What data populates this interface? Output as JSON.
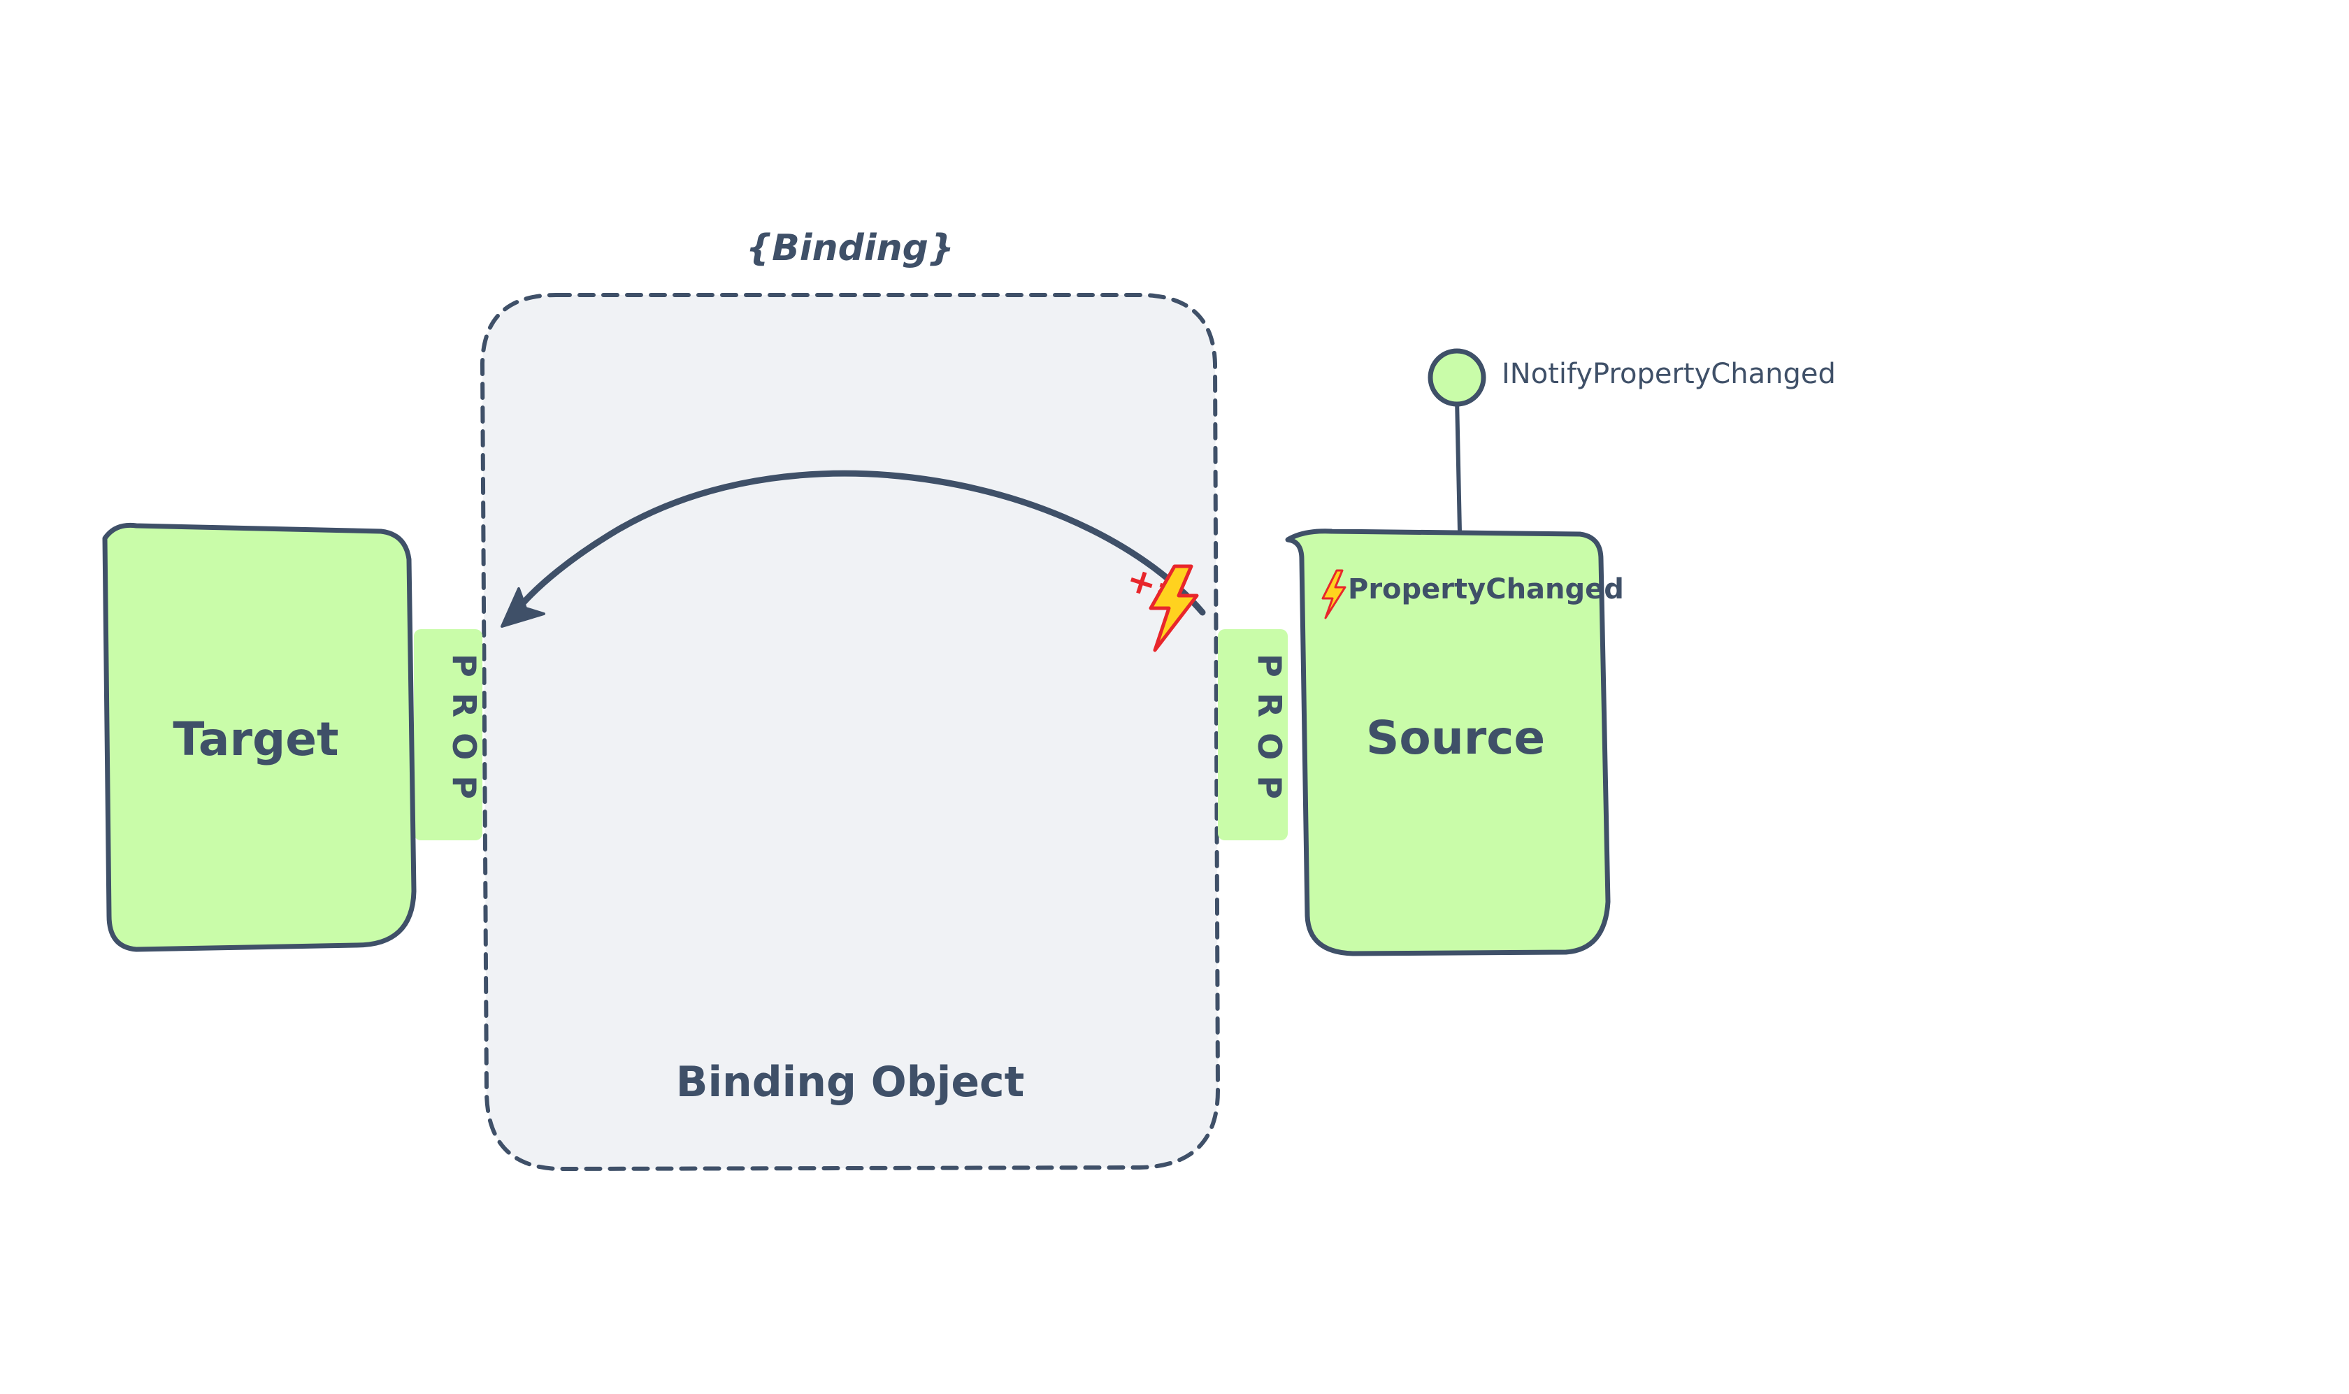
{
  "binding_markup": "{Binding}",
  "binding_object": {
    "label": "Binding Object"
  },
  "target": {
    "label": "Target",
    "prop_label": "PROP"
  },
  "source": {
    "label": "Source",
    "prop_label": "PROP",
    "event_label": "PropertyChanged",
    "interface_label": "INotifyPropertyChanged"
  },
  "subscription_label": "+=",
  "colors": {
    "ink": "#3f5068",
    "box_fill": "#c9fca9",
    "binding_fill": "#f0f2f5",
    "event_red": "#e8262b",
    "bolt_yellow": "#ffd21f"
  },
  "icons": {
    "event": "lightning-bolt-icon",
    "interface": "lollipop-interface-icon",
    "arrow": "curved-arrow-icon"
  }
}
